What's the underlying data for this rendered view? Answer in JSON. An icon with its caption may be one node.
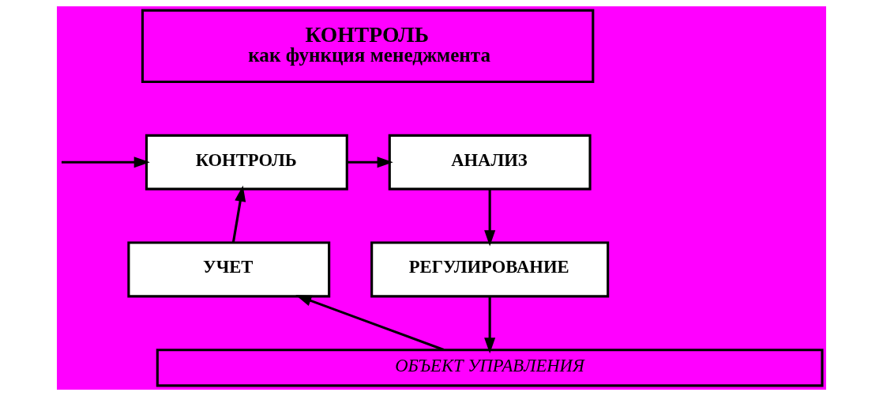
{
  "diagram": {
    "nodes": [
      {
        "text": [
          "КОНТРОЛЬ",
          "как функция менеджмента"
        ]
      },
      {
        "text": [
          "КОНТРОЛЬ"
        ]
      },
      {
        "text": [
          "АНАЛИЗ"
        ]
      },
      {
        "text": [
          "УЧЕТ"
        ]
      },
      {
        "text": [
          "РЕГУЛИРОВАНИЕ"
        ]
      },
      {
        "text": [
          "ОБЪЕКТ УПРАВЛЕНИЯ"
        ]
      }
    ],
    "edges": [
      {
        "from": null,
        "to": 1,
        "arrow": "to"
      },
      {
        "from": 3,
        "to": 1,
        "arrow": "to"
      },
      {
        "from": 1,
        "to": 2,
        "arrow": "to"
      },
      {
        "from": 2,
        "to": 4,
        "arrow": "to"
      },
      {
        "from": 4,
        "to": 5,
        "arrow": "to"
      },
      {
        "from": 5,
        "to": 3,
        "arrow": "to"
      }
    ]
  }
}
